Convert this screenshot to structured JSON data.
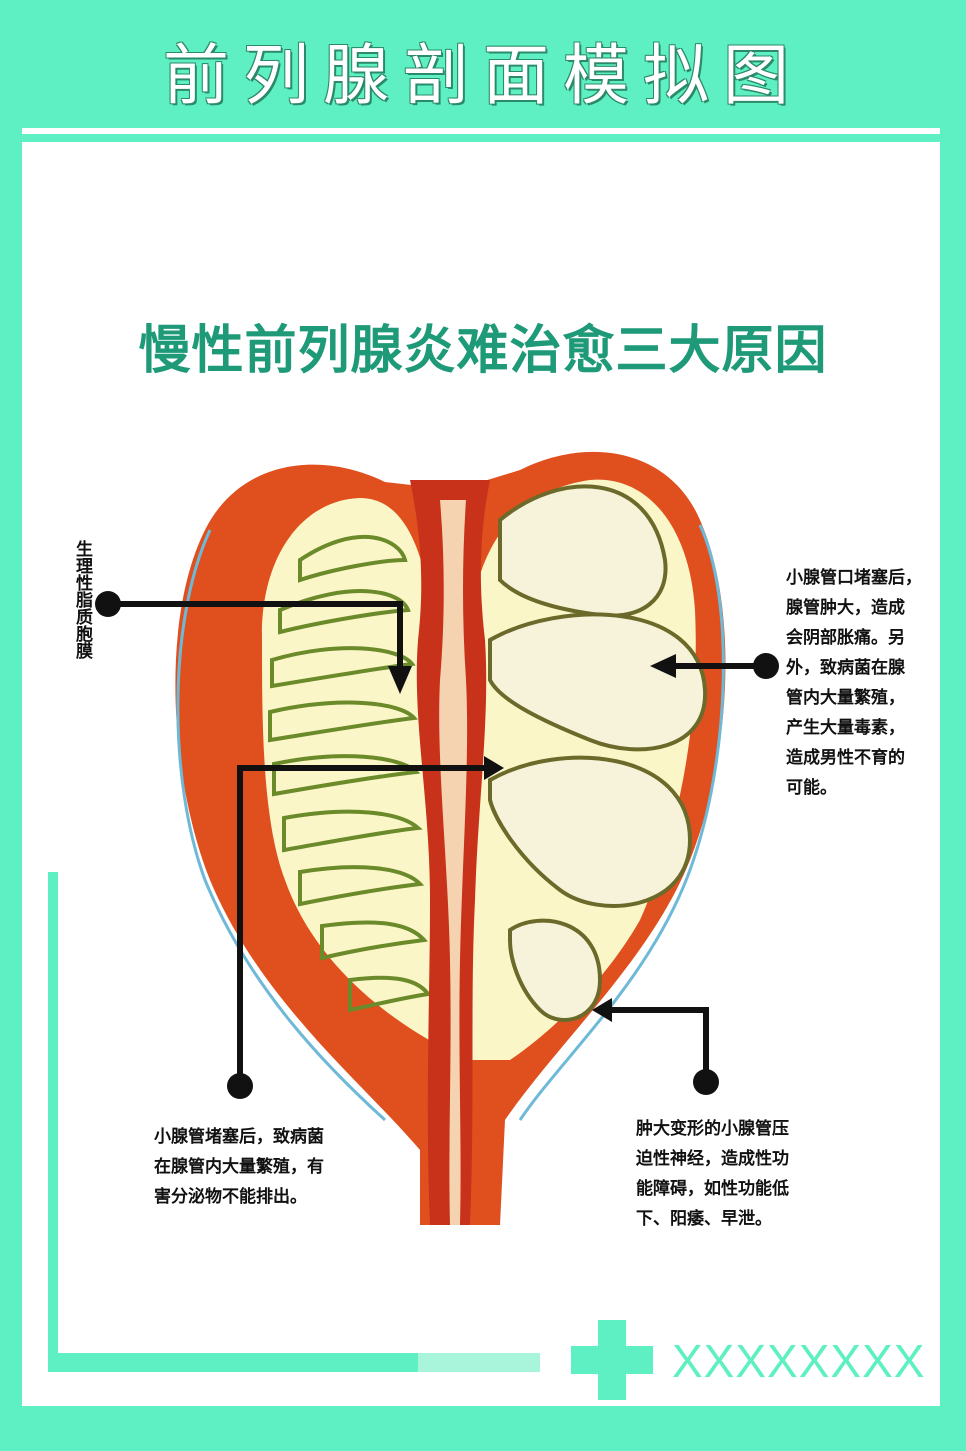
{
  "header": {
    "title": "前列腺剖面模拟图"
  },
  "main": {
    "title": "慢性前列腺炎难治愈三大原因"
  },
  "labels": {
    "left_vertical": "生理性脂质胞膜",
    "right_note": "小腺管口堵塞后，\n腺管肿大，造成\n会阴部胀痛。另\n外，致病菌在腺\n管内大量繁殖，\n产生大量毒素，\n造成男性不育的\n可能。",
    "bottom_left_note": "小腺管堵塞后，致病菌\n在腺管内大量繁殖，有\n害分泌物不能排出。",
    "bottom_right_note": "肿大变形的小腺管压\n迫性神经，造成性功\n能障碍，如性功能低\n下、阳痿、早泄。"
  },
  "footer": {
    "brand": "XXXXXXXX"
  },
  "colors": {
    "background": "#5ef0c2",
    "title_green": "#1f9a78",
    "capsule_orange": "#e0501e",
    "gland_cream": "#fbf6c8",
    "duct_outline": "#6b8a2a",
    "urethra_red": "#c8321a"
  }
}
